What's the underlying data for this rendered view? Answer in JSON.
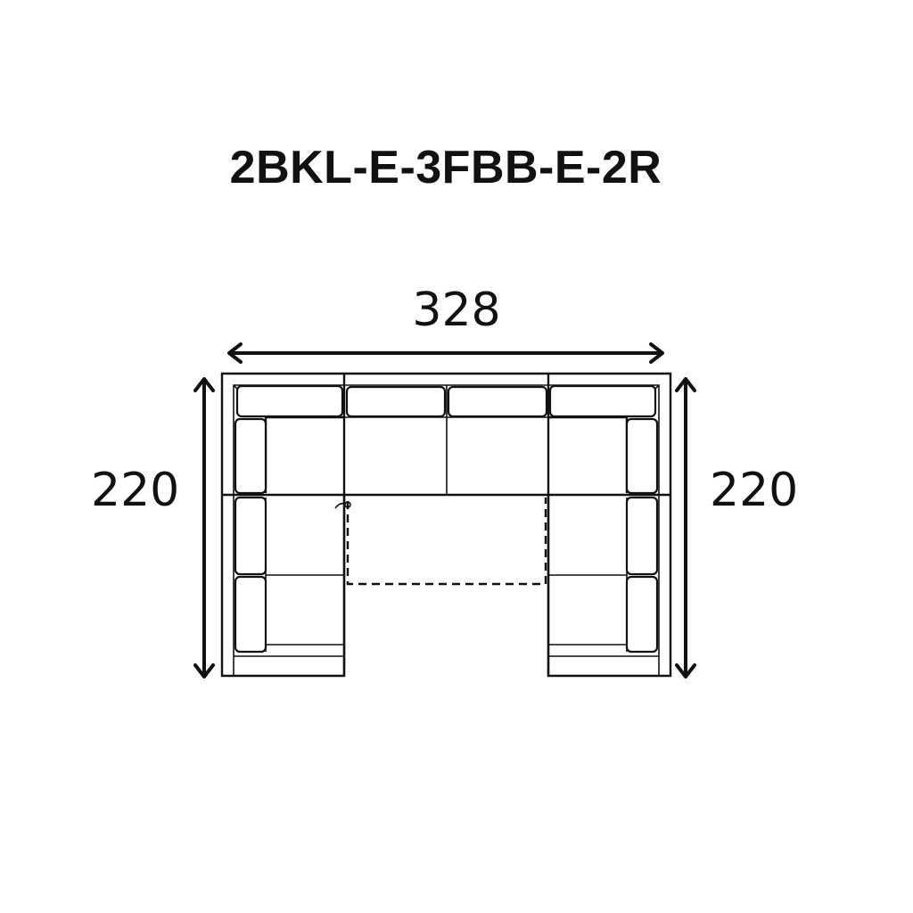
{
  "diagram": {
    "model_code": "2BKL-E-3FBB-E-2R",
    "dimensions": {
      "width": "328",
      "depth_left": "220",
      "depth_right": "220"
    },
    "line_color": "#111111",
    "background_color": "#ffffff"
  }
}
